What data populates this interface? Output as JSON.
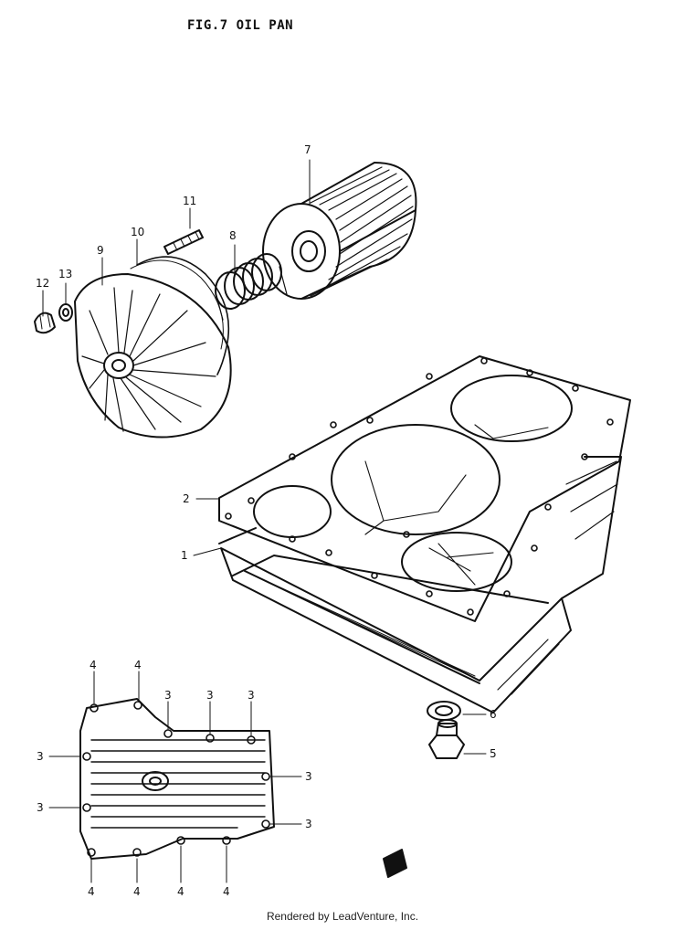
{
  "title": "FIG.7  OIL PAN",
  "footer": "Rendered by LeadVenture, Inc.",
  "callouts": {
    "c1": "1",
    "c2": "2",
    "c3": "3",
    "c4": "4",
    "c5": "5",
    "c6": "6",
    "c7": "7",
    "c8": "8",
    "c9": "9",
    "c10": "10",
    "c11": "11",
    "c12": "12",
    "c13": "13"
  }
}
